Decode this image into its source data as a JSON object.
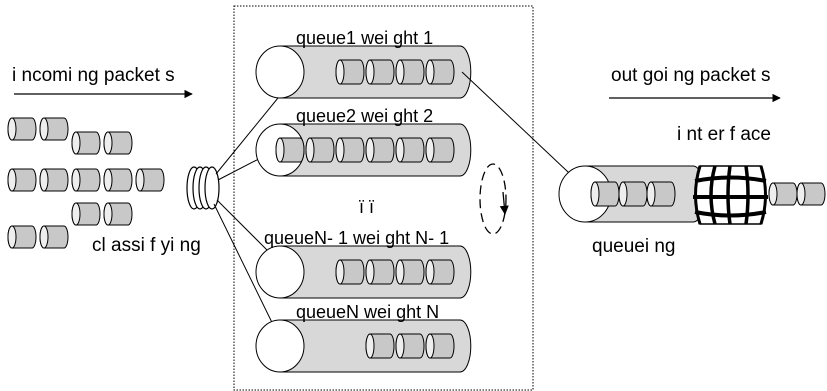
{
  "labels": {
    "incoming": "i ncomi ng packet s",
    "outgoing": "out goi ng packet s",
    "interface": "i nt er f ace",
    "classifying": "cl assi f yi ng",
    "queueing": "queuei ng",
    "ellipsis": "ï ï"
  },
  "queues": [
    {
      "label": "queue1  wei ght 1",
      "packets": 4
    },
    {
      "label": "queue2  wei ght 2",
      "packets": 6
    },
    {
      "label": "queueN- 1  wei ght N- 1",
      "packets": 4
    },
    {
      "label": "queueN  wei ght N",
      "packets": 3
    }
  ],
  "colors": {
    "tube_fill": "#d8d8d8",
    "packet_fill": "#c8c8c8",
    "stroke": "#000000"
  }
}
